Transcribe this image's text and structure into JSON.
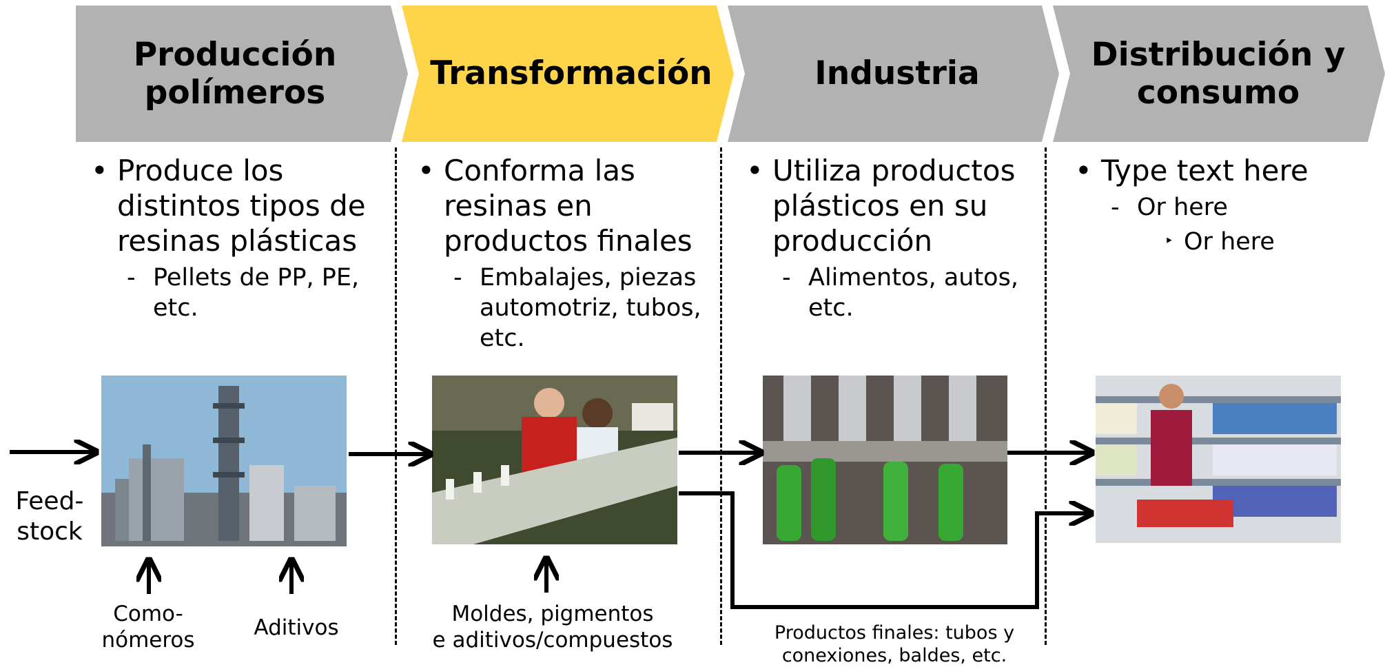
{
  "stages": [
    {
      "title": "Producción polímeros",
      "fill": "#b2b2b2"
    },
    {
      "title": "Transformación",
      "fill": "#fdd44a"
    },
    {
      "title": "Industria",
      "fill": "#b2b2b2"
    },
    {
      "title": "Distribución y consumo",
      "fill": "#b2b2b2"
    }
  ],
  "columns": [
    {
      "bullet": "Produce los distintos tipos de resinas plásticas",
      "sub": "Pellets de PP, PE, etc."
    },
    {
      "bullet": "Conforma las resinas en productos finales",
      "sub": "Embalajes, piezas automotriz, tubos, etc."
    },
    {
      "bullet": "Utiliza productos plásticos en su producción",
      "sub": "Alimentos, autos, etc."
    },
    {
      "bullet": "Type text here",
      "sub": "Or here",
      "subsub": "Or here"
    }
  ],
  "glyphs": {
    "bullet": "•",
    "dash": "-",
    "subsub": "‣"
  },
  "labels": {
    "feedstock": "Feed-\nstock",
    "comonomeros": "Como-\nnómeros",
    "aditivos": "Aditivos",
    "moldes": "Moldes, pigmentos\ne aditivos/compuestos",
    "productos_finales": "Productos finales: tubos y\nconexiones, baldes, etc."
  },
  "photos": [
    {
      "subject": "petrochemical plant"
    },
    {
      "subject": "workers on plastic production line"
    },
    {
      "subject": "green bottles on filling line"
    },
    {
      "subject": "shopper in supermarket aisle"
    }
  ],
  "colors": {
    "chevron_gray": "#b2b2b2",
    "chevron_yellow": "#fdd44a",
    "arrow": "#000000"
  }
}
